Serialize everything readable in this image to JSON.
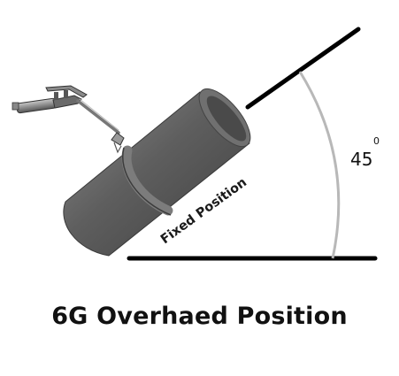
{
  "diagram": {
    "pipe_label": "Fixed Position",
    "angle_value": "45",
    "angle_unit": "0",
    "caption": "6G Overhaed Position"
  },
  "colors": {
    "pipe_body": "#5e5e5e",
    "pipe_shadow": "#3f3f3f",
    "pipe_highlight": "#8a8a8a",
    "pipe_end": "#6f6f6f",
    "pipe_bore": "#2c2c2c",
    "lines": "#000000",
    "arc": "#b8b8b8",
    "torch": "#777777"
  }
}
